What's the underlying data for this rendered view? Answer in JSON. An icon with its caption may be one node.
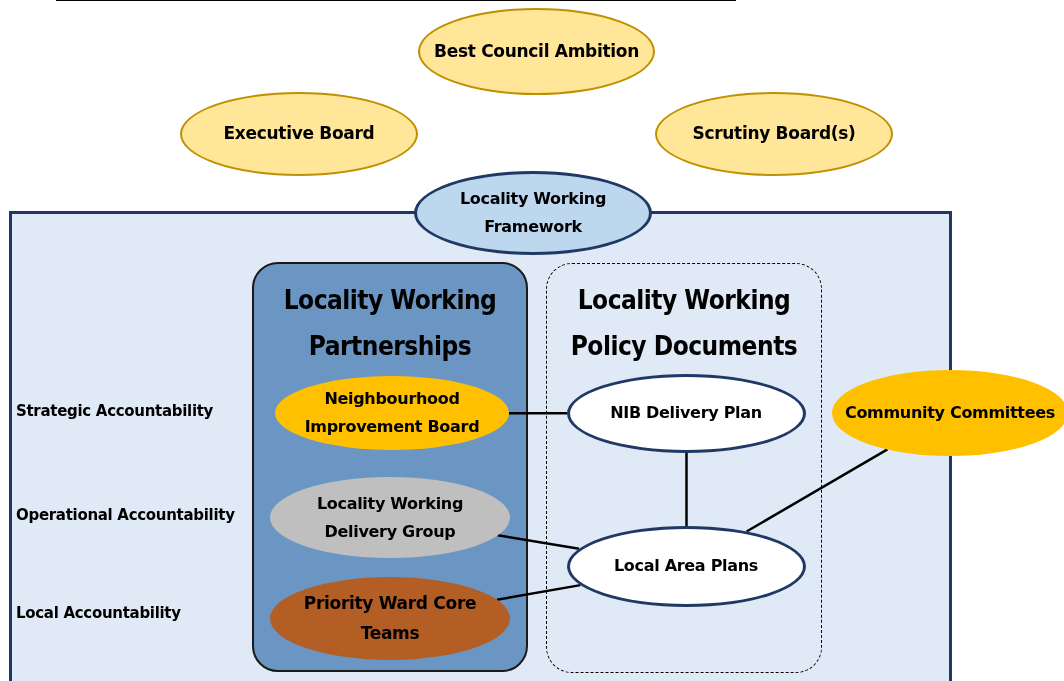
{
  "diagram": {
    "nodes": [
      {
        "text": [
          "Best Council Ambition"
        ]
      },
      {
        "text": [
          "Executive Board"
        ]
      },
      {
        "text": [
          "Scrutiny Board(s)"
        ]
      },
      {
        "text": [],
        "shape": "box"
      },
      {
        "text": [
          "Locality Working Framework"
        ]
      },
      {
        "text": [
          "Locality Working Partnerships"
        ],
        "in": 3
      },
      {
        "text": [
          "Locality Working Policy Documents"
        ],
        "in": 3
      },
      {
        "text": [
          "Neighbourhood Improvement Board"
        ],
        "in": 5
      },
      {
        "text": [
          "Locality Working Delivery Group"
        ],
        "in": 5
      },
      {
        "text": [
          "Priority Ward Core Teams"
        ],
        "in": 5
      },
      {
        "text": [
          "NIB Delivery Plan"
        ],
        "in": 6
      },
      {
        "text": [
          "Local Area Plans"
        ],
        "in": 6
      },
      {
        "text": [
          "Community Committees"
        ]
      }
    ],
    "edges": [
      {
        "from": 7,
        "to": 10,
        "arrow": "none"
      },
      {
        "from": 10,
        "to": 11,
        "arrow": "none"
      },
      {
        "from": 8,
        "to": 11,
        "arrow": "none"
      },
      {
        "from": 9,
        "to": 11,
        "arrow": "none"
      },
      {
        "from": 11,
        "to": 12,
        "arrow": "none"
      }
    ],
    "labels": [
      "Strategic Accountability",
      "Operational Accountability",
      "Local Accountability"
    ]
  }
}
